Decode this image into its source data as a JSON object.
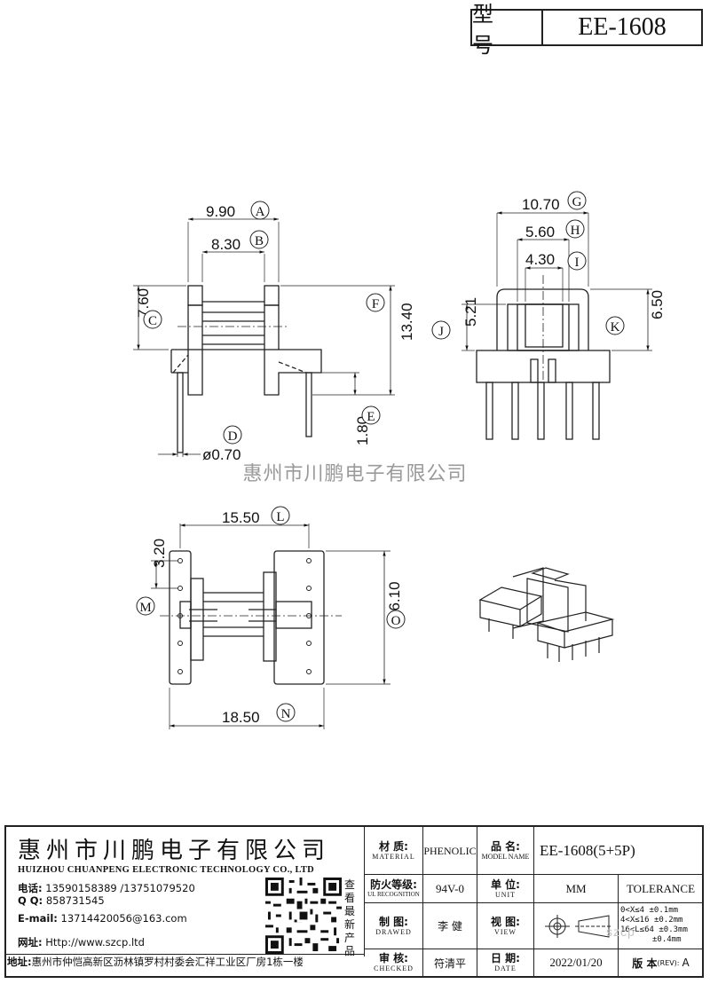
{
  "header": {
    "model_label": "型 号",
    "model_value": "EE-1608"
  },
  "watermark": "惠州市川鹏电子有限公司",
  "dimensions": {
    "A": {
      "letter": "A",
      "value": "9.90"
    },
    "B": {
      "letter": "B",
      "value": "8.30"
    },
    "C": {
      "letter": "C",
      "value": "7.60"
    },
    "D": {
      "letter": "D",
      "value": "ø0.70"
    },
    "E": {
      "letter": "E",
      "value": "1.80"
    },
    "F": {
      "letter": "F",
      "value": "13.40"
    },
    "G": {
      "letter": "G",
      "value": "10.70"
    },
    "H": {
      "letter": "H",
      "value": "5.60"
    },
    "I": {
      "letter": "I",
      "value": "4.30"
    },
    "J": {
      "letter": "J",
      "value": "5.21"
    },
    "K": {
      "letter": "K",
      "value": "6.50"
    },
    "L": {
      "letter": "L",
      "value": "15.50"
    },
    "M": {
      "letter": "M",
      "value": "3.20"
    },
    "N": {
      "letter": "N",
      "value": "18.50"
    },
    "O": {
      "letter": "O",
      "value": "16.10"
    }
  },
  "title_block": {
    "company_cn": "惠州市川鹏电子有限公司",
    "company_en": "HUIZHOU CHUANPENG ELECTRONIC TECHNOLOGY CO., LTD",
    "phone_label": "电话:",
    "phone_value": "13590158389 /13751079520",
    "qq_label": "Q Q:",
    "qq_value": "858731545",
    "email_label": "E-mail:",
    "email_value": "13714420056@163.com",
    "web_label": "网址:",
    "web_value": "Http://www.szcp.ltd",
    "address_label": "地址:",
    "address_value": "惠州市仲恺高新区沥林镇罗村村委会汇祥工业区厂房1栋一楼",
    "qr_side_text": "查看最新产品",
    "material_cn": "材 质:",
    "material_en": "MATERIAL",
    "material_value": "PHENOLIC",
    "partname_cn": "品 名:",
    "partname_en": "MODEL NAME",
    "partname_value": "EE-1608(5+5P)",
    "ul_cn": "防火等级:",
    "ul_en": "UL RECOGNITION",
    "ul_value": "94V-0",
    "unit_cn": "单 位:",
    "unit_en": "UNIT",
    "unit_value": "MM",
    "tolerance_label": "TOLERANCE",
    "drawn_cn": "制 图:",
    "drawn_en": "DRAWED",
    "drawn_value": "李 健",
    "view_cn": "视 图:",
    "view_en": "VIEW",
    "tol_rows": [
      {
        "range": "0<X≤4",
        "tol": "±0.1mm"
      },
      {
        "range": "4<X≤16",
        "tol": "±0.2mm"
      },
      {
        "range": "16<L≤64",
        "tol": "±0.3mm"
      },
      {
        "range": "",
        "tol": "±0.4mm"
      }
    ],
    "checked_cn": "审 核:",
    "checked_en": "CHECKED",
    "checked_value": "符清平",
    "date_cn": "日 期:",
    "date_en": "DATE",
    "date_value": "2022/01/20",
    "rev_label": "版 本",
    "rev_en": "(REV):",
    "rev_value": "A",
    "site_watermark": "szcp"
  }
}
